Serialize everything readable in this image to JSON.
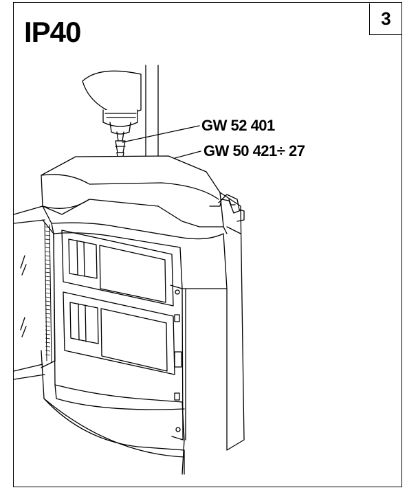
{
  "header": {
    "title": "IP40",
    "page_number": "3"
  },
  "callouts": [
    {
      "label": "GW 52 401",
      "target": "step-drill-bit"
    },
    {
      "label": "GW 50 421÷ 27",
      "target": "cable-gland"
    }
  ],
  "colors": {
    "line": "#000000",
    "background": "#ffffff",
    "shade": "#d9d9d9"
  }
}
